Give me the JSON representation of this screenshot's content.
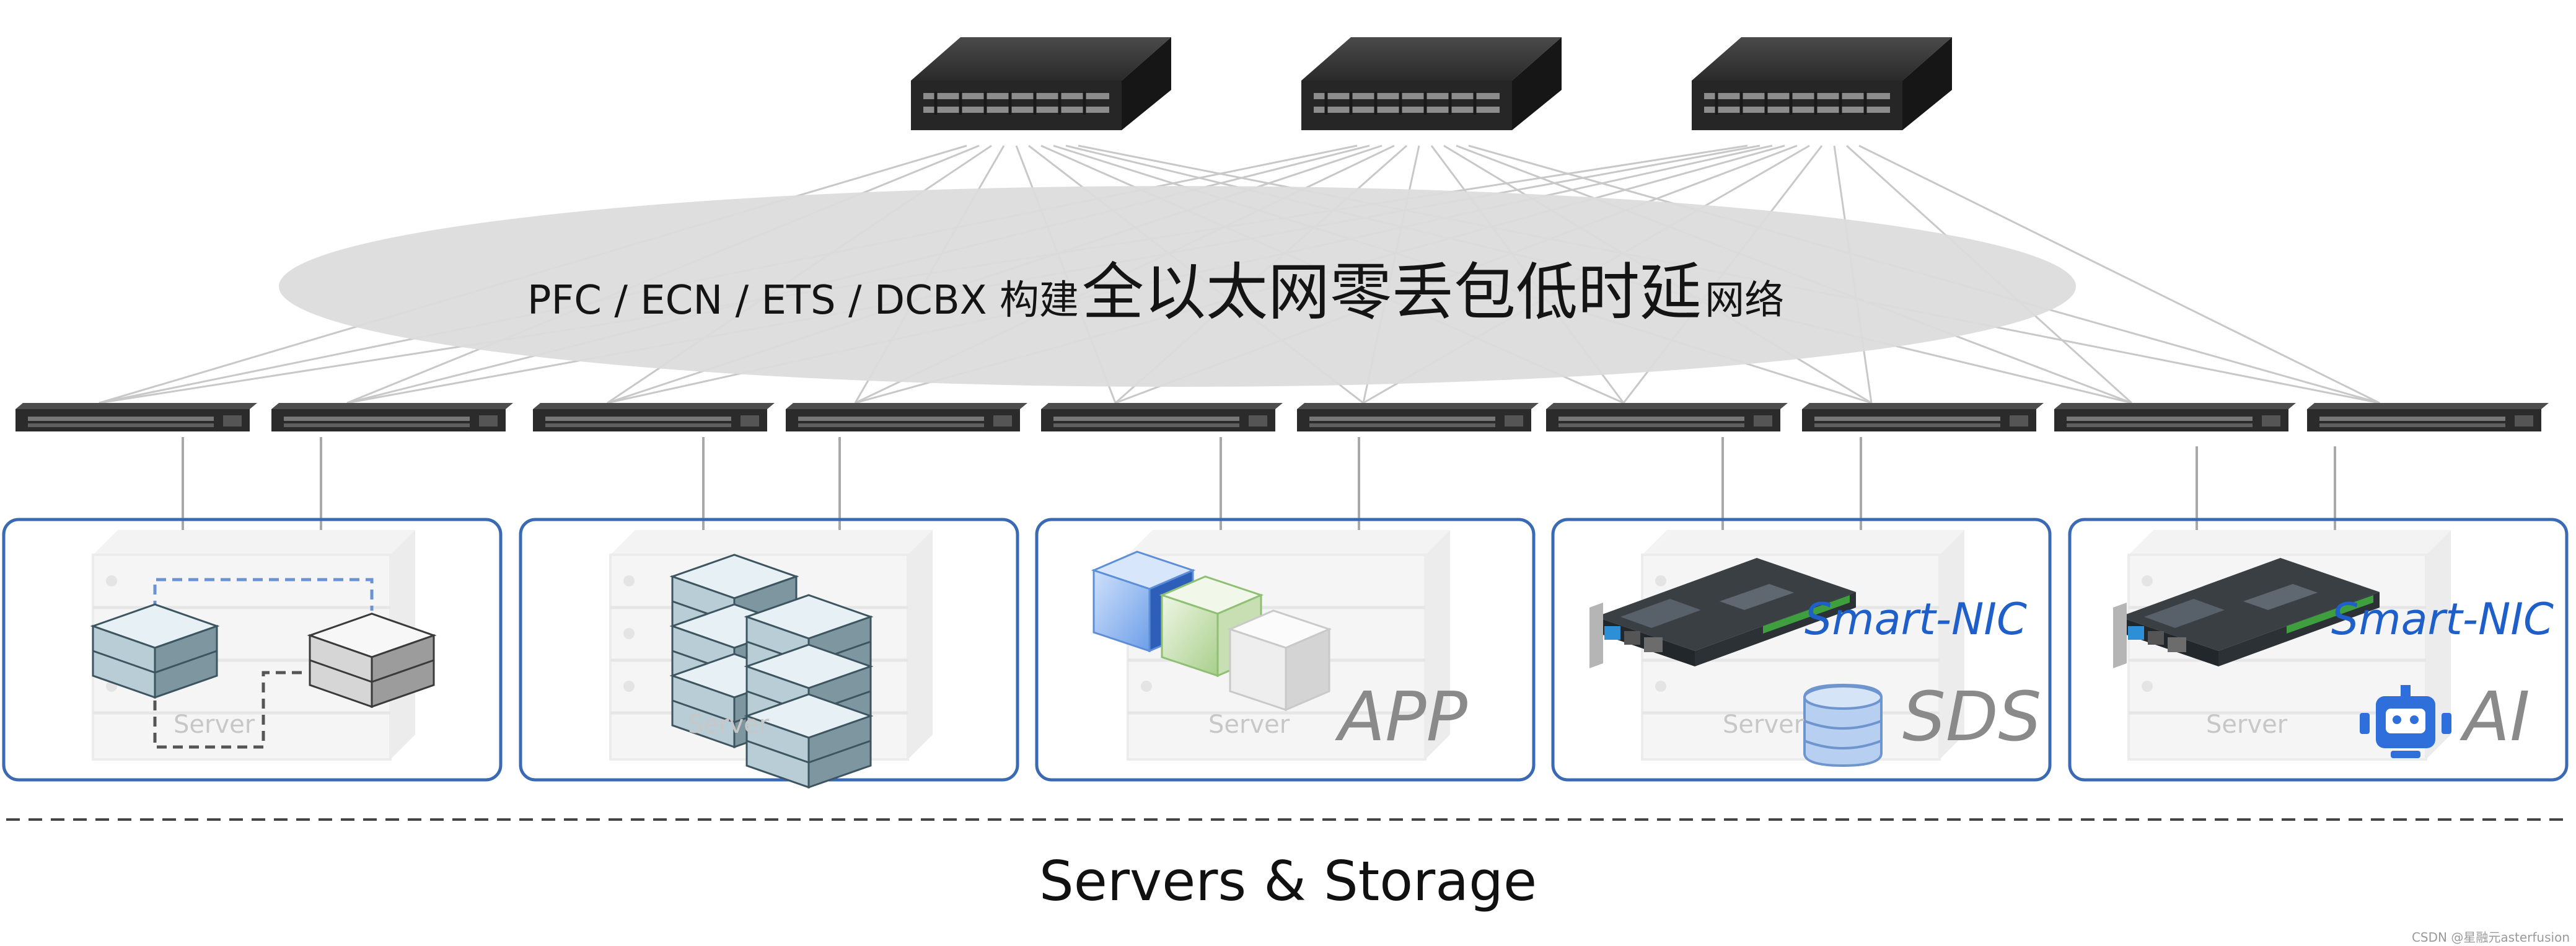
{
  "fabric": {
    "label_prefix": "PFC / ECN / ETS / DCBX 构建",
    "label_main": "全以太网零丢包低时延",
    "label_suffix": "网络"
  },
  "zones": [
    {
      "server_label": "Server"
    },
    {
      "server_label": "Server"
    },
    {
      "server_label": "Server",
      "tag": "APP"
    },
    {
      "server_label": "Server",
      "tag": "SDS",
      "nic_label": "Smart-NIC"
    },
    {
      "server_label": "Server",
      "tag": "AI",
      "nic_label": "Smart-NIC"
    }
  ],
  "footer": {
    "title": "Servers & Storage"
  },
  "credit": "CSDN @星融元asterfusion",
  "colors": {
    "zone_border": "#3b6ab5",
    "link": "#c4c4c4",
    "ellipse": "#d9d9d9",
    "switch_body": "#2e2e2e",
    "nic_blue": "#1f5fc9",
    "tag_gray": "#8a8a8a"
  },
  "icons": [
    "spine-switch-icon",
    "leaf-switch-icon",
    "server-stack-icon",
    "cube-icon",
    "smart-nic-card-icon",
    "database-icon",
    "robot-icon"
  ]
}
